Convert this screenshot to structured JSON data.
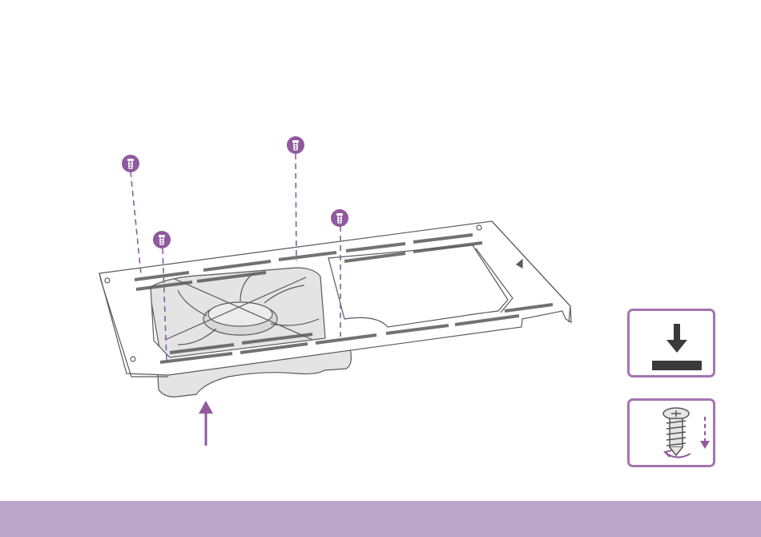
{
  "colors": {
    "accent": "#8f5a9e",
    "footer": "#bba5c9",
    "line": "#5a5a5a",
    "fan_fill": "#e4e4e4",
    "plate_fill": "#ffffff"
  },
  "illustration": {
    "screw_count": 4,
    "icons": [
      "screw-icon",
      "guide-line",
      "push-up-arrow-icon",
      "bracket-plate",
      "case-fan"
    ]
  },
  "legend": {
    "items": [
      {
        "icon": "install-down-icon"
      },
      {
        "icon": "screw-tighten-icon"
      }
    ]
  }
}
